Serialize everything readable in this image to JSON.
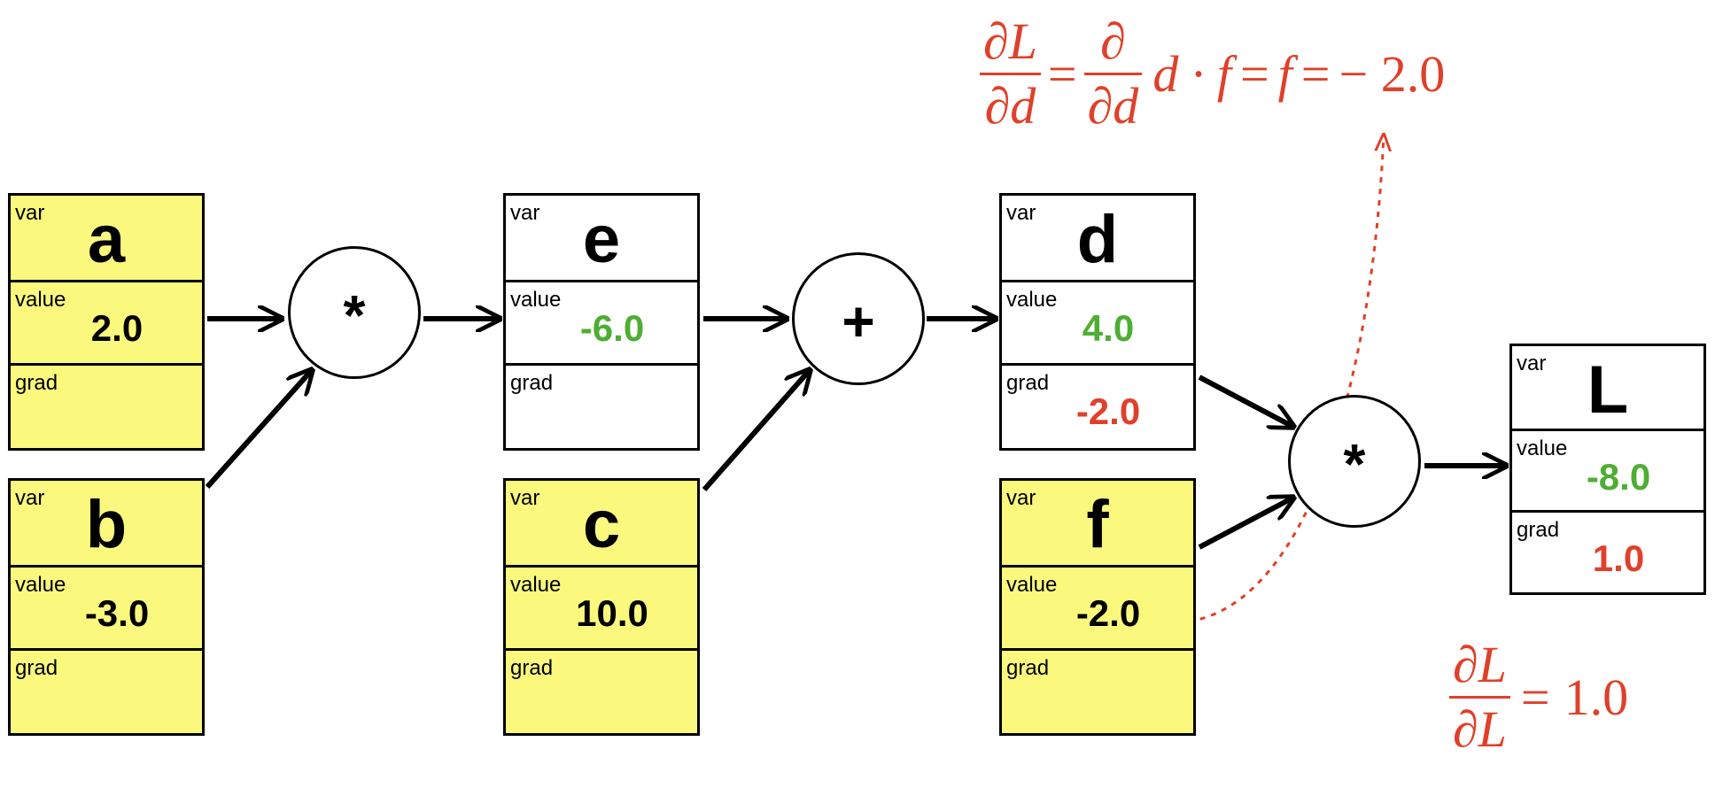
{
  "labels": {
    "var": "var",
    "value": "value",
    "grad": "grad"
  },
  "nodes": {
    "a": {
      "name": "a",
      "value": "2.0",
      "grad": ""
    },
    "b": {
      "name": "b",
      "value": "-3.0",
      "grad": ""
    },
    "e": {
      "name": "e",
      "value": "-6.0",
      "grad": ""
    },
    "c": {
      "name": "c",
      "value": "10.0",
      "grad": ""
    },
    "d": {
      "name": "d",
      "value": "4.0",
      "grad": "-2.0"
    },
    "f": {
      "name": "f",
      "value": "-2.0",
      "grad": ""
    },
    "L": {
      "name": "L",
      "value": "-8.0",
      "grad": "1.0"
    }
  },
  "ops": {
    "mul1": "*",
    "add": "+",
    "mul2": "*"
  },
  "equation_top": {
    "frac1_num": "∂L",
    "frac1_den": "∂d",
    "eq1": "=",
    "frac2_num": "∂",
    "frac2_den": "∂d",
    "expr": "d · f",
    "eq2": "=",
    "f": "f",
    "eq3": "=",
    "result": "− 2.0"
  },
  "equation_bottom": {
    "frac_num": "∂L",
    "frac_den": "∂L",
    "eq": "=",
    "result": "1.0"
  },
  "colors": {
    "input_node": "#fbf97d",
    "computed_node": "#ffffff",
    "value_green": "#4eae33",
    "grad_red": "#e0402a",
    "annotation_red": "#e0402a"
  }
}
